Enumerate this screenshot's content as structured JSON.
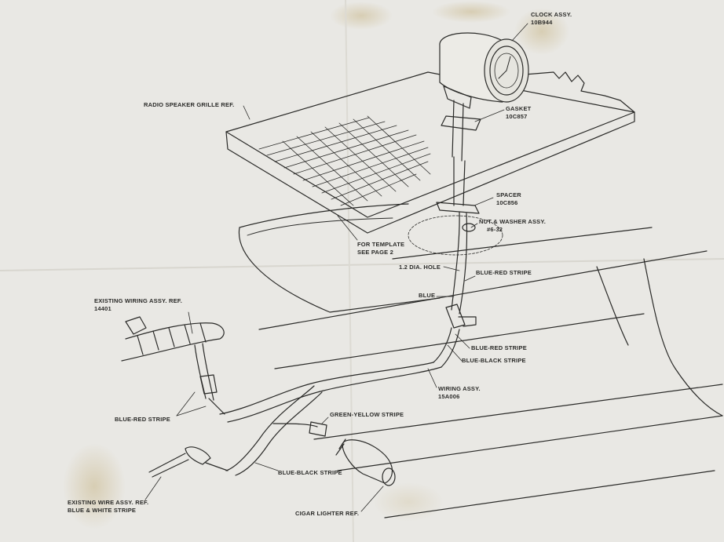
{
  "labels": {
    "clock_assy": "CLOCK ASSY.",
    "clock_part": "10B944",
    "radio_grille": "RADIO SPEAKER GRILLE REF.",
    "gasket": "GASKET",
    "gasket_part": "10C857",
    "spacer": "SPACER",
    "spacer_part": "10C856",
    "nut_washer": "NUT & WASHER ASSY.",
    "nut_size": "#6-32",
    "template_1": "FOR TEMPLATE",
    "template_2": "SEE PAGE 2",
    "hole": "1.2 DIA. HOLE",
    "blue_red_top": "BLUE-RED STRIPE",
    "blue": "BLUE",
    "existing_wiring_1": "EXISTING WIRING ASSY. REF.",
    "existing_wiring_2": "14401",
    "blue_red_mid": "BLUE-RED STRIPE",
    "blue_black_mid": "BLUE-BLACK STRIPE",
    "wiring_assy_1": "WIRING ASSY.",
    "wiring_assy_2": "15A006",
    "blue_red_left": "BLUE-RED STRIPE",
    "green_yellow": "GREEN-YELLOW STRIPE",
    "blue_black_low": "BLUE-BLACK STRIPE",
    "existing_wire_1": "EXISTING WIRE ASSY. REF.",
    "existing_wire_2": "BLUE & WHITE STRIPE",
    "cigar_lighter": "CIGAR LIGHTER REF."
  },
  "colors": {
    "paper": "#e9e8e4",
    "ink": "#2a2a28",
    "stain": "#cbb98f"
  }
}
